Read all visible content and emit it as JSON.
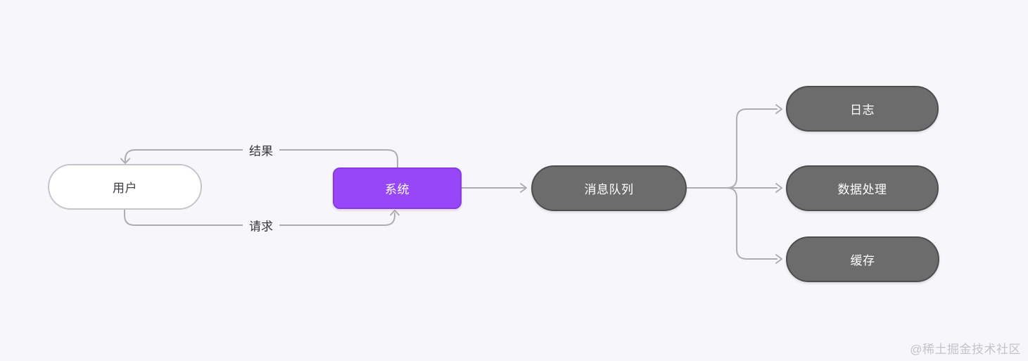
{
  "diagram": {
    "title": "message-queue-flowchart",
    "background_color": "#F7F6FB",
    "edge_color": "#AEADB3",
    "edge_label_color": "#35353B",
    "nodes": [
      {
        "id": "user",
        "label": "用户",
        "shape": "pill",
        "fill": "#FFFFFF",
        "border_color": "#C6C5CA",
        "text_color": "#3E3E44"
      },
      {
        "id": "system",
        "label": "系统",
        "shape": "rounded-rect",
        "fill": "#9747F8",
        "border_color": "#883BE0",
        "text_color": "#FFFFFF"
      },
      {
        "id": "message-queue",
        "label": "消息队列",
        "shape": "pill",
        "fill": "#6C6C6C",
        "border_color": "#4E4E4E",
        "text_color": "#FFFFFF"
      },
      {
        "id": "log",
        "label": "日志",
        "shape": "pill",
        "fill": "#6C6C6C",
        "border_color": "#4E4E4E",
        "text_color": "#FFFFFF"
      },
      {
        "id": "data-processing",
        "label": "数据处理",
        "shape": "pill",
        "fill": "#6C6C6C",
        "border_color": "#4E4E4E",
        "text_color": "#FFFFFF"
      },
      {
        "id": "cache",
        "label": "缓存",
        "shape": "pill",
        "fill": "#6C6C6C",
        "border_color": "#4E4E4E",
        "text_color": "#FFFFFF"
      }
    ],
    "edges": [
      {
        "from": "system",
        "to": "user",
        "label": "结果"
      },
      {
        "from": "user",
        "to": "system",
        "label": "请求"
      },
      {
        "from": "system",
        "to": "message-queue",
        "label": ""
      },
      {
        "from": "message-queue",
        "to": "log",
        "label": ""
      },
      {
        "from": "message-queue",
        "to": "data-processing",
        "label": ""
      },
      {
        "from": "message-queue",
        "to": "cache",
        "label": ""
      }
    ],
    "watermark": "@稀土掘金技术社区",
    "watermark_color": "#C4C3C9"
  }
}
